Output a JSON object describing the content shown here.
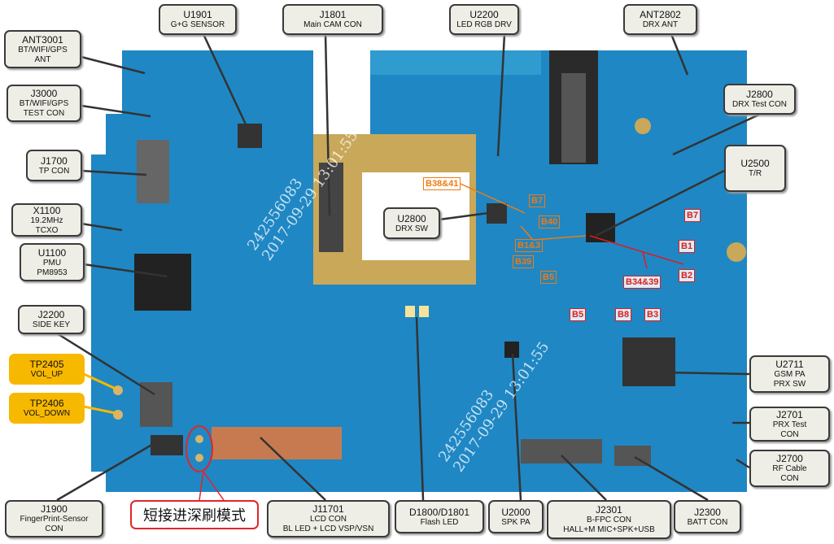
{
  "callouts": {
    "ant3001": {
      "id": "ANT3001",
      "lines": [
        "BT/WIFI/GPS",
        "ANT"
      ]
    },
    "j3000": {
      "id": "J3000",
      "lines": [
        "BT/WIFI/GPS",
        "TEST CON"
      ]
    },
    "u1901": {
      "id": "U1901",
      "lines": [
        "G+G SENSOR"
      ]
    },
    "j1801": {
      "id": "J1801",
      "lines": [
        "Main CAM CON"
      ]
    },
    "u2200": {
      "id": "U2200",
      "lines": [
        "LED RGB DRV"
      ]
    },
    "ant2802": {
      "id": "ANT2802",
      "lines": [
        "DRX ANT"
      ]
    },
    "j2800": {
      "id": "J2800",
      "lines": [
        "DRX Test CON"
      ]
    },
    "u2500": {
      "id": "U2500",
      "lines": [
        "T/R"
      ]
    },
    "j1700": {
      "id": "J1700",
      "lines": [
        "TP CON"
      ]
    },
    "x1100": {
      "id": "X1100",
      "lines": [
        "19.2MHz",
        "TCXO"
      ]
    },
    "u2800": {
      "id": "U2800",
      "lines": [
        "DRX SW"
      ]
    },
    "u1100": {
      "id": "U1100",
      "lines": [
        "PMU",
        "PM8953"
      ]
    },
    "j2200": {
      "id": "J2200",
      "lines": [
        "SIDE KEY"
      ]
    },
    "tp2405": {
      "id": "TP2405",
      "lines": [
        "VOL_UP"
      ]
    },
    "tp2406": {
      "id": "TP2406",
      "lines": [
        "VOL_DOWN"
      ]
    },
    "u2711": {
      "id": "U2711",
      "lines": [
        "GSM PA",
        "PRX SW"
      ]
    },
    "j2701": {
      "id": "J2701",
      "lines": [
        "PRX Test",
        "CON"
      ]
    },
    "j2700": {
      "id": "J2700",
      "lines": [
        "RF Cable",
        "CON"
      ]
    },
    "j1900": {
      "id": "J1900",
      "lines": [
        "FingerPrint-Sensor",
        "CON"
      ]
    },
    "j11701": {
      "id": "J11701",
      "lines": [
        "LCD CON",
        "BL LED + LCD VSP/VSN"
      ]
    },
    "d1800": {
      "id": "D1800/D1801",
      "lines": [
        "Flash LED"
      ]
    },
    "u2000": {
      "id": "U2000",
      "lines": [
        "SPK PA"
      ]
    },
    "j2301": {
      "id": "J2301",
      "lines": [
        "B-FPC CON",
        "HALL+M MIC+SPK+USB"
      ]
    },
    "j2300": {
      "id": "J2300",
      "lines": [
        "BATT CON"
      ]
    }
  },
  "deep_flash_note": "短接进深刷模式",
  "bands_orange": [
    "B38&41",
    "B7",
    "B40",
    "B1&3",
    "B39",
    "B5"
  ],
  "bands_red": [
    "B7",
    "B1",
    "B2",
    "B34&39",
    "B5",
    "B8",
    "B3"
  ],
  "watermarks": [
    "242556083",
    "2017-09-29 13:01:55"
  ],
  "colors": {
    "board": "#1f87c4",
    "callout": "#efeee6",
    "highlight": "#f7b800",
    "orange": "#f07a10",
    "red": "#e21b1b"
  }
}
